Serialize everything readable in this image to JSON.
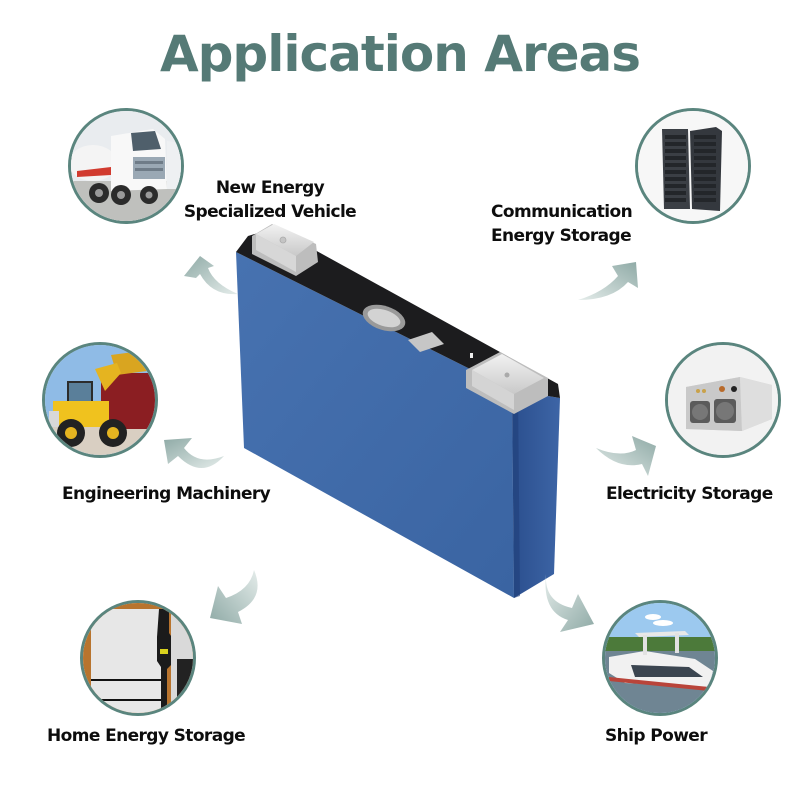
{
  "title": "Application Areas",
  "colors": {
    "title": "#557a76",
    "circle_border": "#5a857e",
    "arrow": "#9db5b2",
    "battery_blue": "#3f69a8",
    "battery_top": "#1c1c1e",
    "label": "#0d0d0d"
  },
  "applications": [
    {
      "id": "new-energy-vehicle",
      "label_line1": "New Energy",
      "label_line2": "Specialized Vehicle",
      "icon": "truck-image"
    },
    {
      "id": "communication-storage",
      "label_line1": "Communication",
      "label_line2": "Energy Storage",
      "icon": "server-rack-image"
    },
    {
      "id": "engineering-machinery",
      "label_line1": "Engineering Machinery",
      "icon": "wheel-loader-image"
    },
    {
      "id": "electricity-storage",
      "label_line1": "Electricity Storage",
      "icon": "power-unit-image"
    },
    {
      "id": "home-storage",
      "label_line1": "Home Energy Storage",
      "icon": "home-battery-image"
    },
    {
      "id": "ship-power",
      "label_line1": "Ship Power",
      "icon": "yacht-image"
    }
  ],
  "center_product": {
    "icon": "prismatic-battery-cell-image"
  }
}
